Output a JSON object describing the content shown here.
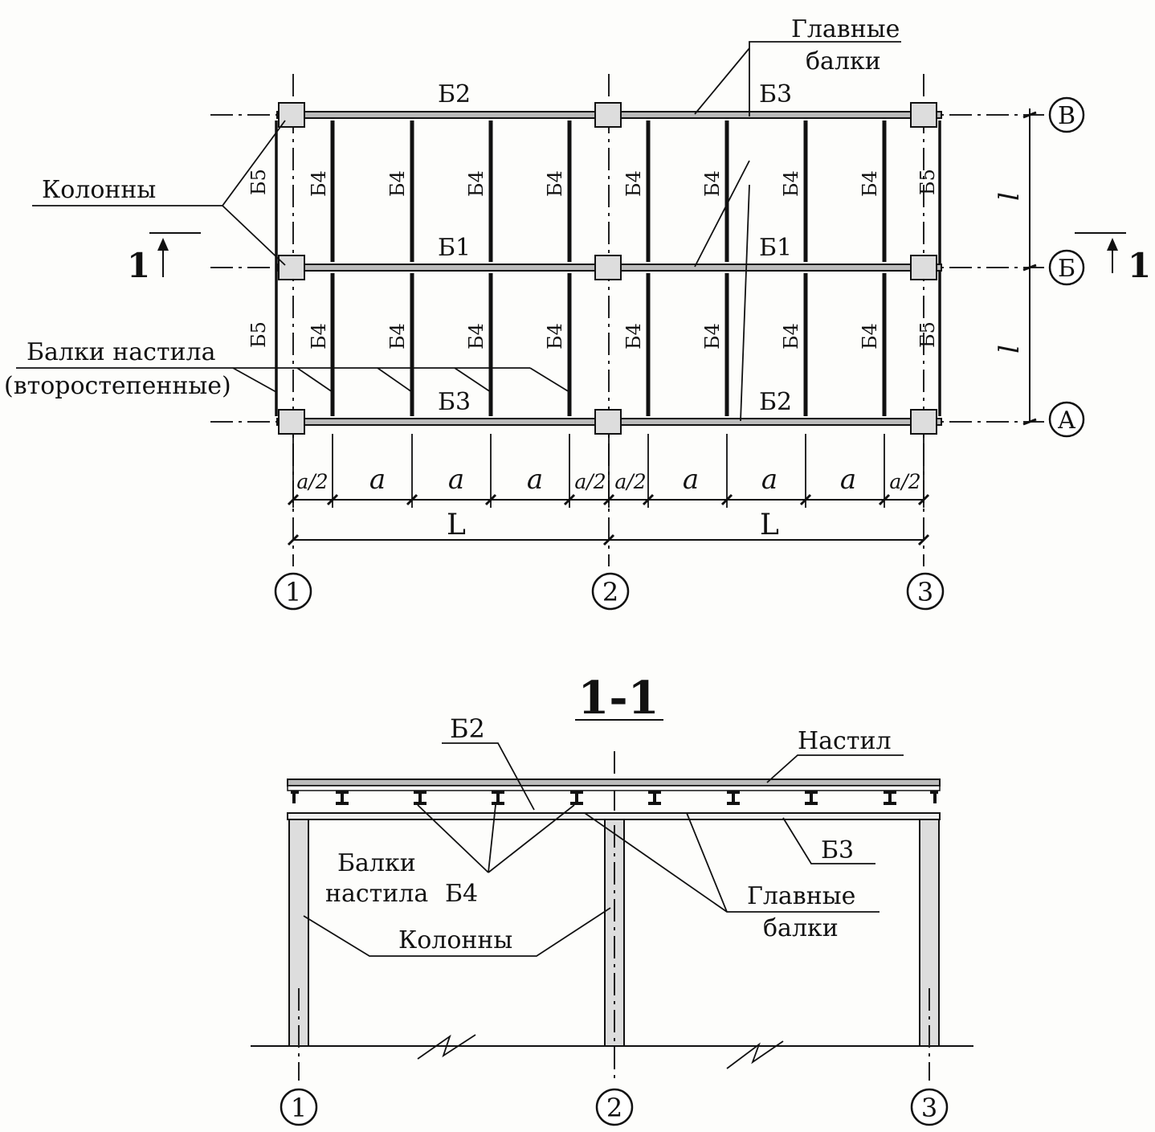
{
  "plan": {
    "labels": {
      "glavnye_balki": [
        "Главные",
        "балки"
      ],
      "kolonny": "Колонны",
      "balki_nastila": [
        "Балки настила",
        "(второстепенные)"
      ],
      "section_mark": "1"
    },
    "girder_labels": {
      "top_left": "Б2",
      "top_right": "Б3",
      "mid_left": "Б1",
      "mid_right": "Б1",
      "bot_left": "Б3",
      "bot_right": "Б2"
    },
    "secondary_beam_label": "Б4",
    "edge_beam_label": "Б5",
    "grid_rows": [
      "В",
      "Б",
      "А"
    ],
    "grid_cols": [
      "1",
      "2",
      "3"
    ],
    "span_dims": {
      "l": "l",
      "L": "L",
      "a": "a",
      "a_half": "a/2"
    }
  },
  "section": {
    "title": "1-1",
    "labels": {
      "b2": "Б2",
      "nastil": "Настил",
      "b3": "Б3",
      "balki_nastila": [
        "Балки",
        "настила"
      ],
      "b4": "Б4",
      "kolonny": "Колонны",
      "glavnye_balki": [
        "Главные",
        "балки"
      ]
    },
    "grid_cols": [
      "1",
      "2",
      "3"
    ]
  }
}
